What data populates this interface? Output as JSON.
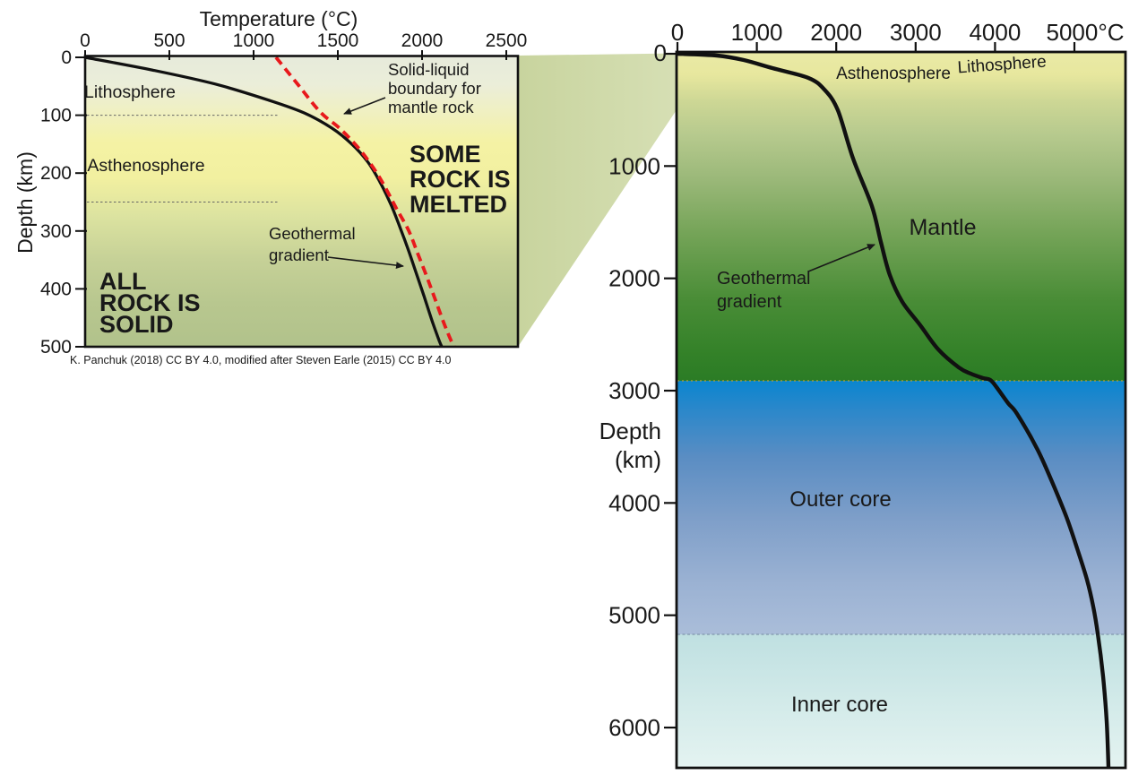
{
  "left_chart": {
    "title": "Temperature (°C)",
    "ylabel": "Depth (km)",
    "x_tick_labels": [
      "0",
      "500",
      "1000",
      "1500",
      "2000",
      "2500"
    ],
    "y_tick_labels": [
      "0",
      "100",
      "200",
      "300",
      "400",
      "500"
    ],
    "region_labels": {
      "lithosphere": "Lithosphere",
      "asthenosphere": "Asthenosphere"
    },
    "annotations": {
      "solidus_label": [
        "Solid-liquid",
        "boundary for",
        "mantle rock"
      ],
      "geothermal_label": [
        "Geothermal",
        "gradient"
      ],
      "melted_label": [
        "SOME",
        "ROCK IS",
        "MELTED"
      ],
      "solid_label": [
        "ALL",
        "ROCK IS",
        "SOLID"
      ]
    },
    "attribution": "K. Panchuk (2018) CC BY 4.0, modified after Steven Earle (2015) CC BY 4.0"
  },
  "right_chart": {
    "x_tick_labels": [
      "0",
      "1000",
      "2000",
      "3000",
      "4000",
      "5000°C"
    ],
    "y_tick_labels": [
      "0",
      "1000",
      "2000",
      "3000",
      "4000",
      "5000",
      "6000"
    ],
    "ylabel_lines": [
      "Depth",
      "(km)"
    ],
    "region_labels": {
      "asthenosphere": "Asthenosphere",
      "lithosphere": "Lithosphere",
      "mantle": "Mantle",
      "outer_core": "Outer core",
      "inner_core": "Inner core"
    },
    "annotations": {
      "geothermal_label": [
        "Geothermal",
        "gradient"
      ]
    }
  },
  "colors": {
    "curve_black": "#111111",
    "solidus_red": "#e8191c",
    "melted_text": "#9cba7b",
    "solid_text": "#e3ebd7",
    "attribution_text": "#a5b266",
    "funnel_fill": "#ccd8a3",
    "inner_boundary_dash": "#8096ad",
    "cmb_dotted": "#b09c45",
    "depth_dotted": "#666666"
  },
  "chart_data": [
    {
      "id": "shallow_geotherm",
      "type": "line",
      "title": "Temperature (°C)",
      "xlabel": "Temperature (°C)",
      "ylabel": "Depth (km)",
      "xlim": [
        0,
        2500
      ],
      "ylim": [
        0,
        500
      ],
      "x_ticks": [
        0,
        500,
        1000,
        1500,
        2000,
        2500
      ],
      "y_ticks": [
        0,
        100,
        200,
        300,
        400,
        500
      ],
      "grid": false,
      "series": [
        {
          "name": "Geothermal gradient",
          "style": "solid",
          "points": [
            [
              0,
              0
            ],
            [
              400,
              22
            ],
            [
              770,
              46
            ],
            [
              1090,
              74
            ],
            [
              1300,
              96
            ],
            [
              1463,
              122
            ],
            [
              1580,
              149
            ],
            [
              1676,
              180
            ],
            [
              1755,
              218
            ],
            [
              1819,
              257
            ],
            [
              1872,
              296
            ],
            [
              1920,
              334
            ],
            [
              1968,
              375
            ],
            [
              2011,
              412
            ],
            [
              2059,
              455
            ],
            [
              2101,
              489
            ],
            [
              2117,
              500
            ]
          ]
        },
        {
          "name": "Solid-liquid boundary for mantle rock",
          "style": "dashed",
          "points": [
            [
              1133,
              0
            ],
            [
              1266,
              48
            ],
            [
              1394,
              94
            ],
            [
              1505,
              121
            ],
            [
              1590,
              146
            ],
            [
              1665,
              172
            ],
            [
              1755,
              211
            ],
            [
              1846,
              260
            ],
            [
              1920,
              299
            ],
            [
              1973,
              338
            ],
            [
              2027,
              378
            ],
            [
              2074,
              415
            ],
            [
              2128,
              458
            ],
            [
              2176,
              492
            ],
            [
              2191,
              500
            ]
          ]
        }
      ],
      "layer_boundaries_km": [
        {
          "depth": 100,
          "temp_extent": [
            0,
            1145
          ]
        },
        {
          "depth": 250,
          "temp_extent": [
            0,
            1145
          ]
        }
      ]
    },
    {
      "id": "whole_earth_geotherm",
      "type": "line",
      "xlabel": "°C",
      "ylabel": "Depth (km)",
      "xlim": [
        0,
        5000
      ],
      "ylim": [
        0,
        6360
      ],
      "x_ticks": [
        0,
        1000,
        2000,
        3000,
        4000,
        5000
      ],
      "y_ticks": [
        0,
        1000,
        2000,
        3000,
        4000,
        5000,
        6000
      ],
      "grid": false,
      "series": [
        {
          "name": "Geothermal gradient",
          "style": "solid",
          "points": [
            [
              0,
              0
            ],
            [
              497,
              16
            ],
            [
              835,
              56
            ],
            [
              1196,
              128
            ],
            [
              1648,
              215
            ],
            [
              1851,
              319
            ],
            [
              2020,
              503
            ],
            [
              2212,
              933
            ],
            [
              2449,
              1356
            ],
            [
              2562,
              1676
            ],
            [
              2675,
              1971
            ],
            [
              2833,
              2210
            ],
            [
              3059,
              2418
            ],
            [
              3285,
              2633
            ],
            [
              3544,
              2793
            ],
            [
              3691,
              2848
            ],
            [
              3849,
              2888
            ],
            [
              3939,
              2904
            ],
            [
              4018,
              2968
            ],
            [
              4165,
              3112
            ],
            [
              4278,
              3207
            ],
            [
              4537,
              3527
            ],
            [
              4729,
              3830
            ],
            [
              4899,
              4125
            ],
            [
              5034,
              4404
            ],
            [
              5158,
              4683
            ],
            [
              5237,
              4923
            ],
            [
              5294,
              5162
            ],
            [
              5361,
              5545
            ],
            [
              5406,
              5944
            ],
            [
              5429,
              6359
            ]
          ]
        }
      ],
      "regions": [
        {
          "name": "Mantle",
          "from_km": 0,
          "to_km": 2912
        },
        {
          "name": "Outer core",
          "from_km": 2912,
          "to_km": 5170
        },
        {
          "name": "Inner core",
          "from_km": 5170,
          "to_km": 6359
        }
      ]
    }
  ]
}
